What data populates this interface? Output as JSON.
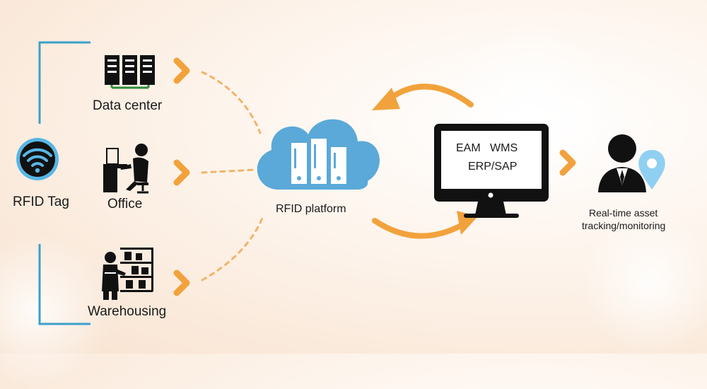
{
  "source": {
    "label": "RFID Tag"
  },
  "locations": [
    {
      "label": "Data center"
    },
    {
      "label": "Office"
    },
    {
      "label": "Warehousing"
    }
  ],
  "platform": {
    "label": "RFID platform"
  },
  "systems": {
    "line1": "EAM   WMS",
    "line2": "ERP/SAP"
  },
  "output": {
    "line1": "Real-time asset",
    "line2": "tracking/monitoring"
  },
  "colors": {
    "accent": "#f2a23c",
    "bracket": "#3c9fc9",
    "cloud": "#5aa9d8",
    "icon": "#111111",
    "pin": "#8fd0f2"
  }
}
